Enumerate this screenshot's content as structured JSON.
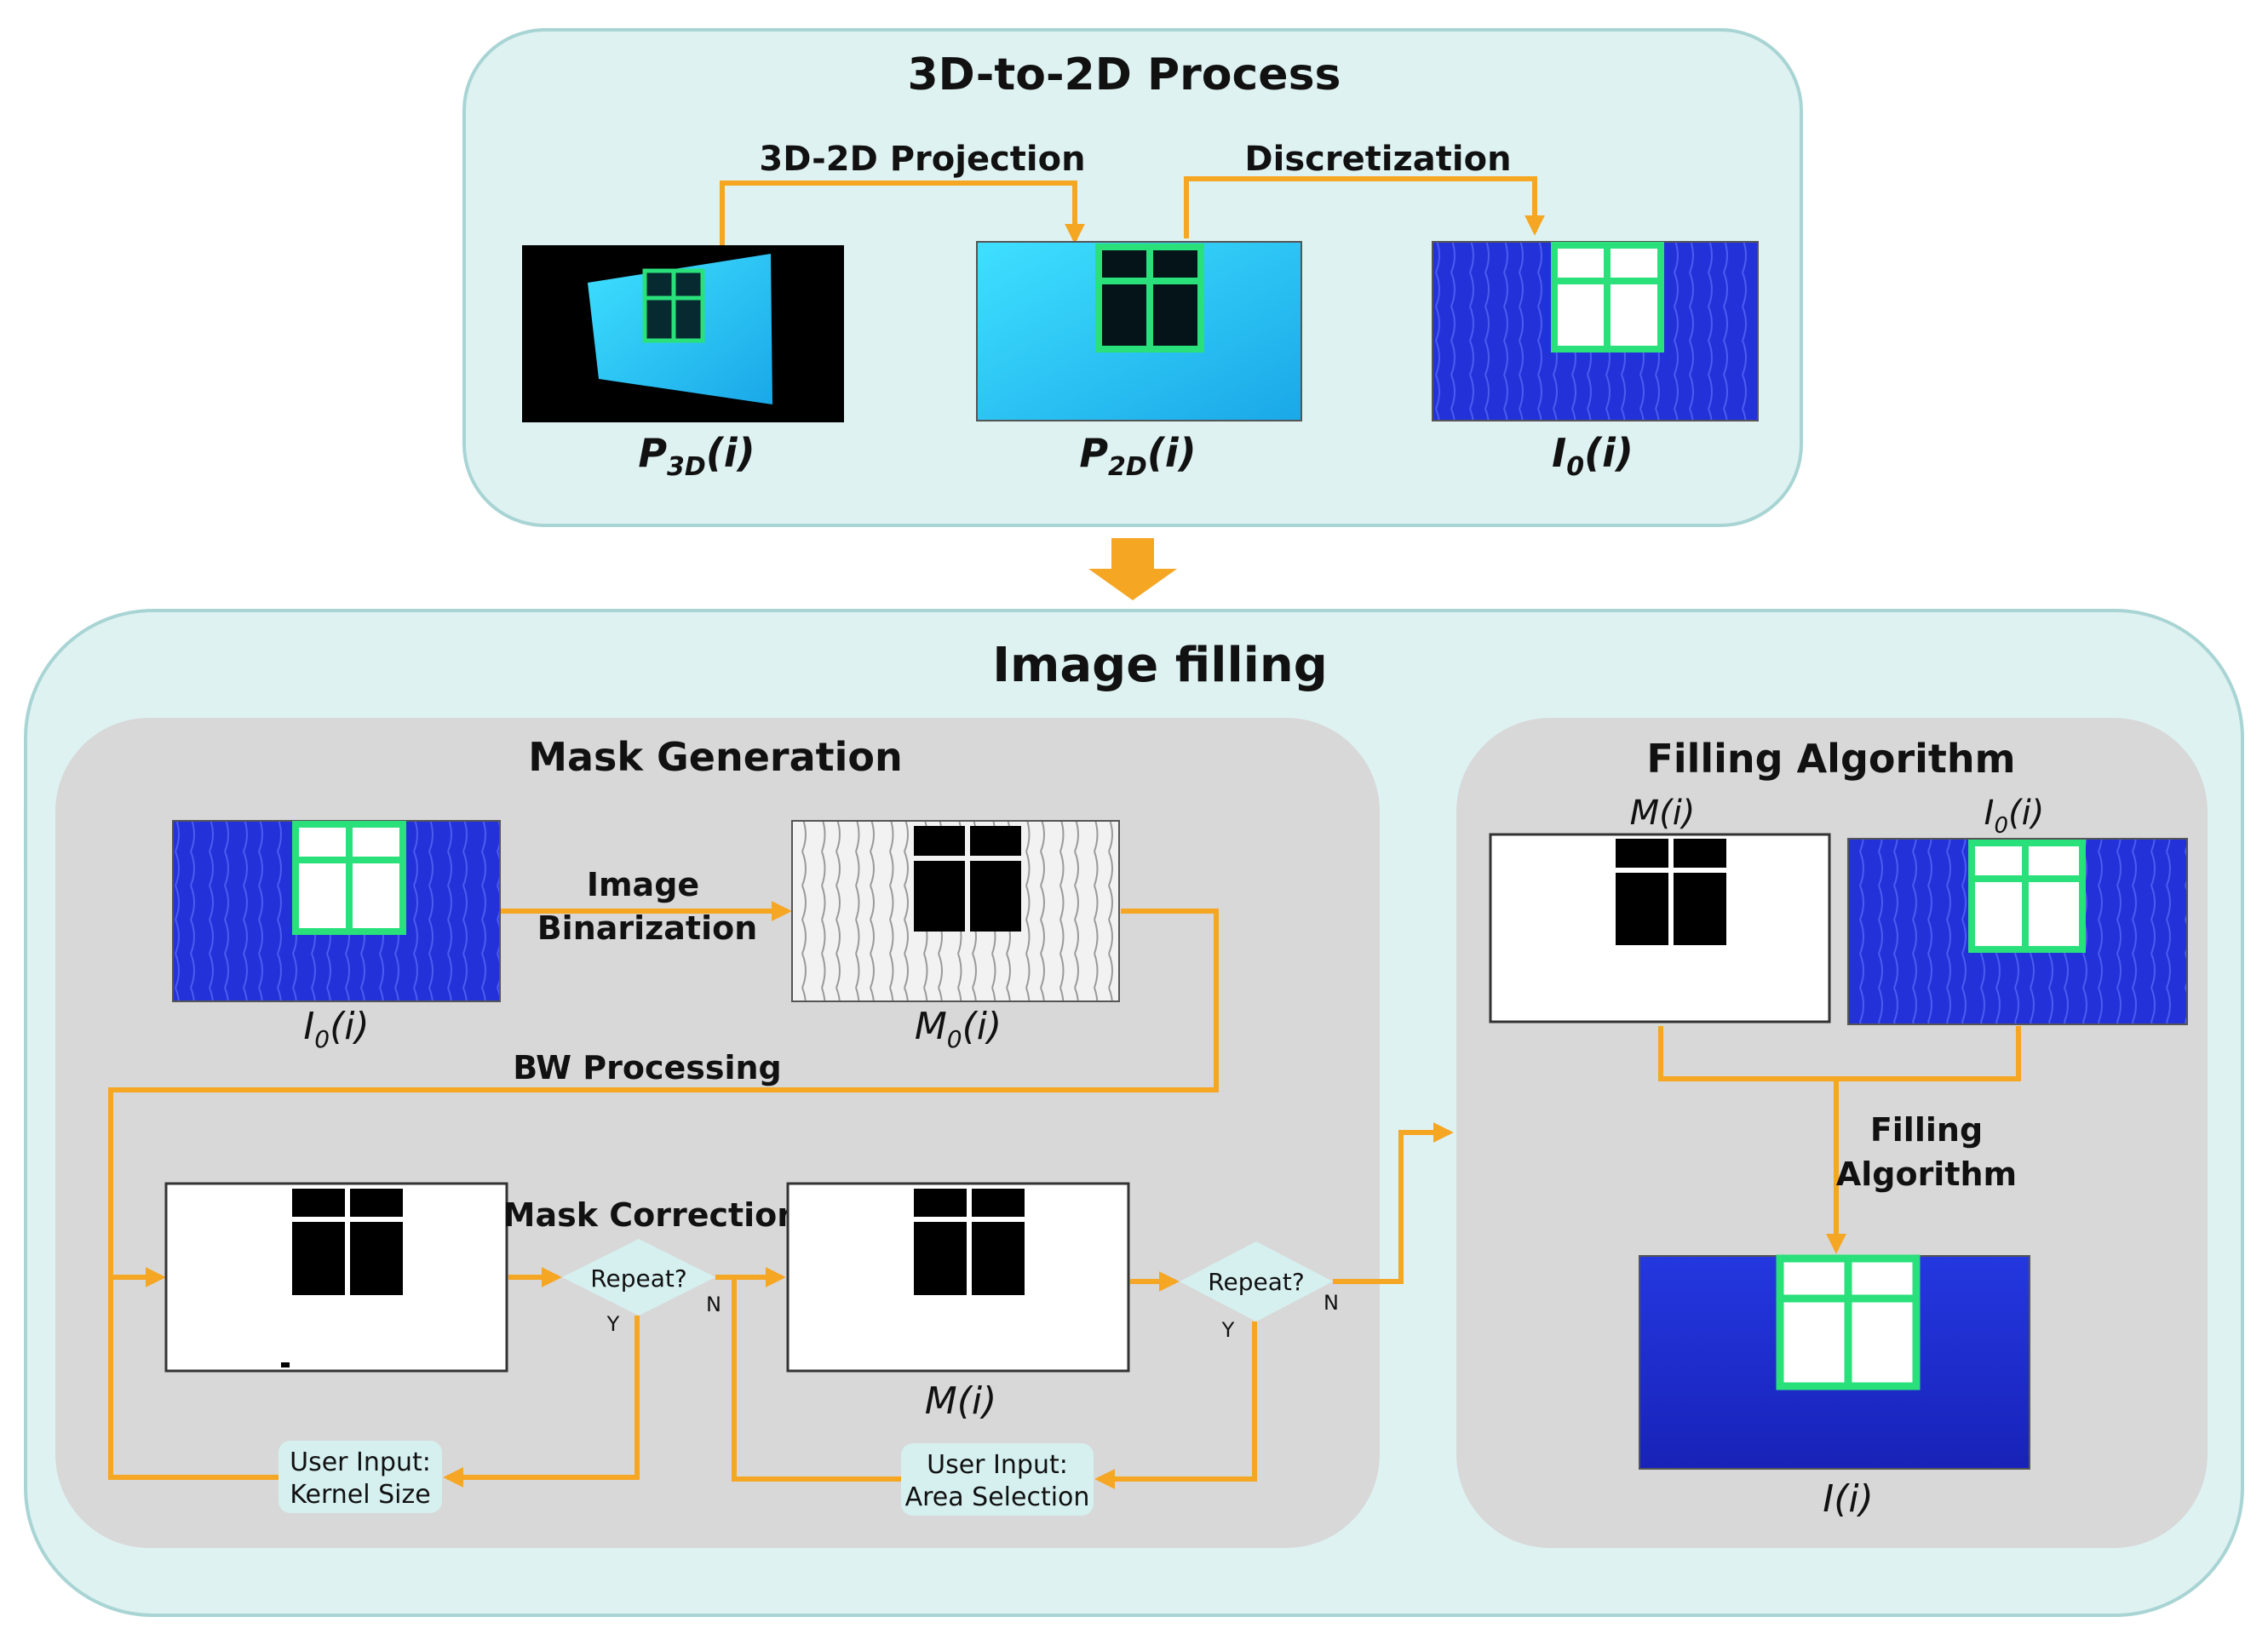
{
  "top_panel": {
    "title": "3D-to-2D Process"
  },
  "projection_label": "3D-2D Projection",
  "discretization_label": "Discretization",
  "images_top": {
    "p3d": {
      "base": "P",
      "sub": "3D",
      "tail": "(i)"
    },
    "p2d": {
      "base": "P",
      "sub": "2D",
      "tail": "(i)"
    },
    "i0": {
      "base": "I",
      "sub": "0",
      "tail": "(i)"
    }
  },
  "bottom_panel": {
    "title": "Image filling"
  },
  "mask_generation": {
    "title": "Mask Generation",
    "binarization_line1": "Image",
    "binarization_line2": "Binarization",
    "i0_label": {
      "base": "I",
      "sub": "0",
      "tail": "(i)"
    },
    "m0_label": {
      "base": "M",
      "sub": "0",
      "tail": "(i)"
    },
    "bw_processing": "BW Processing",
    "mask_correction": "Mask Correction",
    "repeat1": "Repeat?",
    "repeat2": "Repeat?",
    "yes": "Y",
    "no": "N",
    "mi_label": "M(i)",
    "user_input_kernel_line1": "User Input:",
    "user_input_kernel_line2": "Kernel Size",
    "user_input_area_line1": "User Input:",
    "user_input_area_line2": "Area Selection"
  },
  "filling_algorithm": {
    "title": "Filling Algorithm",
    "mi_label": "M(i)",
    "i0_label": {
      "base": "I",
      "sub": "0",
      "tail": "(i)"
    },
    "algo_line1": "Filling",
    "algo_line2": "Algorithm",
    "ii_label": "I(i)"
  },
  "colors": {
    "panel_fill": "#dff2f2",
    "panel_stroke": "#a9d4d4",
    "gray_panel": "#d8d8d8",
    "arrow": "#f5a623",
    "diamond": "#d6f0f0",
    "user_box": "#d6f0f0",
    "blue_image": "#1f2fd6",
    "cyan_image": "#22ccf0",
    "green_frame": "#29e07a"
  }
}
